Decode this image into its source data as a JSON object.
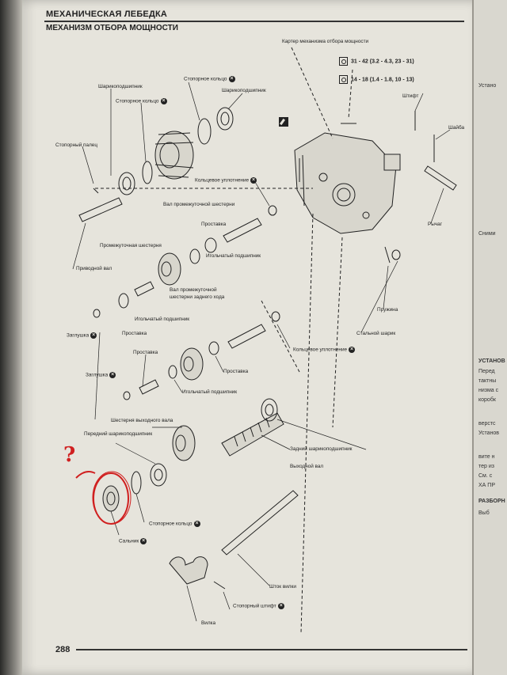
{
  "header": {
    "title": "МЕХАНИЧЕСКАЯ ЛЕБЕДКА",
    "subtitle": "МЕХАНИЗМ ОТБОРА МОЩНОСТИ"
  },
  "torque_specs": [
    {
      "value": "31 - 42 (3.2 - 4.3, 23 - 31)"
    },
    {
      "value": "14 - 18 (1.4 - 1.8, 10 - 13)"
    }
  ],
  "labels": {
    "housing": "Картер механизма отбора мощности",
    "bearing_top": "Шарикоподшипник",
    "snap_ring_top": "Стопорное кольцо",
    "snap_ring_mid": "Стопорное кольцо",
    "bearing_right": "Шарикоподшипник",
    "lock_pin": "Стопорный палец",
    "o_ring_upper": "Кольцевое уплотнение",
    "idler_shaft": "Вал промежуточной шестерни",
    "pin": "Штифт",
    "shim": "Шайба",
    "spacer_1": "Проставка",
    "idler_gear": "Промежуточная шестерня",
    "needle_bearing_1": "Игольчатый подшипник",
    "lever": "Рычаг",
    "drive_shaft": "Приводной вал",
    "reverse_idler_shaft_1": "Вал промежуточной",
    "reverse_idler_shaft_2": "шестерни заднего хода",
    "plug_1": "Заглушка",
    "spacer_2": "Проставка",
    "needle_bearing_2": "Игольчатый подшипник",
    "spring": "Пружина",
    "steel_ball": "Стальной шарик",
    "o_ring_lower": "Кольцевое уплотнение",
    "spacer_3": "Проставка",
    "spacer_4": "Проставка",
    "plug_2": "Заглушка",
    "needle_bearing_3": "Игольчатый подшипник",
    "output_gear": "Шестерня выходного вала",
    "front_bearing": "Передний шарикоподшипник",
    "rear_bearing": "Задний шарикоподшипник",
    "output_shaft": "Выходной вал",
    "snap_ring_bottom": "Стопорное кольцо",
    "oil_seal": "Сальник",
    "fork_rod": "Шток вилки",
    "lock_pin_bottom": "Стопорный штифт",
    "fork": "Вилка"
  },
  "annotation": {
    "mark": "?"
  },
  "right_page": {
    "fragments": [
      "Устано",
      "Сними",
      "УСТАНОВ",
      "Перед",
      "тактны",
      "низма с",
      "коробк",
      "верстс",
      "Установ",
      "вите н",
      "тер из",
      "См. с",
      "ХА ПР",
      "РАЗБОРН",
      "Выб"
    ]
  },
  "page_number": "288",
  "colors": {
    "ink": "#222222",
    "paper": "#e6e4dc",
    "annotation": "#d02020"
  },
  "icons": {
    "discard_part": "circle-x-icon",
    "torque": "torque-wrench-icon",
    "grease": "grease-icon"
  }
}
